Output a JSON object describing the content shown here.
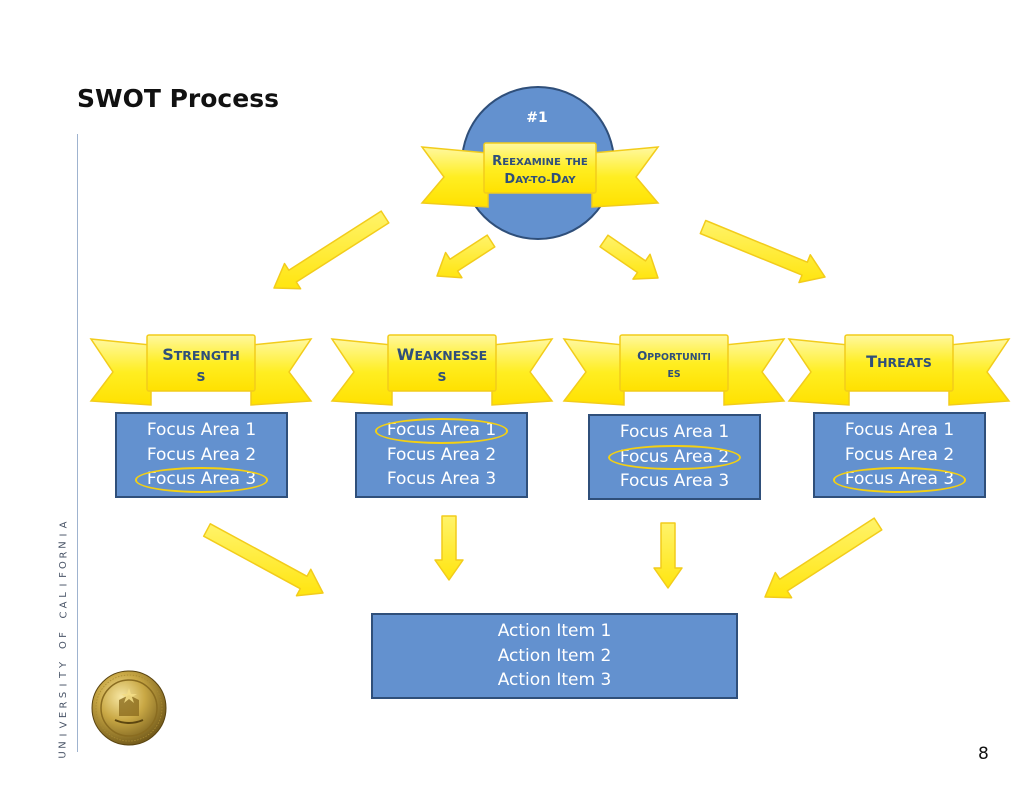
{
  "slide": {
    "title": "SWOT Process",
    "page_number": "8",
    "sidebar_text": "UNIVERSITY OF CALIFORNIA"
  },
  "colors": {
    "box_fill": "#6391cf",
    "box_border": "#2f4f7a",
    "banner_fill": "#ffee22",
    "banner_stroke": "#f2cc1b",
    "arrow_fill": "#ffee22",
    "text_dark": "#2f4f7a",
    "highlight_circle": "#f4d012"
  },
  "top_node": {
    "number": "#1",
    "label_line1": "Reexamine the",
    "label_line2": "Day-to-Day"
  },
  "banners": [
    {
      "line1": "Strength",
      "line2": "s"
    },
    {
      "line1": "Weaknesse",
      "line2": "s"
    },
    {
      "line1": "Opportuniti",
      "line2": "es"
    },
    {
      "line1": "Threats",
      "line2": ""
    }
  ],
  "focus_boxes": [
    {
      "items": [
        "Focus Area 1",
        "Focus Area 2",
        "Focus Area 3"
      ],
      "circled": 2
    },
    {
      "items": [
        "Focus Area 1",
        "Focus Area 2",
        "Focus Area 3"
      ],
      "circled": 0
    },
    {
      "items": [
        "Focus Area 1",
        "Focus Area 2",
        "Focus Area 3"
      ],
      "circled": 1
    },
    {
      "items": [
        "Focus Area 1",
        "Focus Area 2",
        "Focus Area 3"
      ],
      "circled": 2
    }
  ],
  "action_box": {
    "items": [
      "Action Item 1",
      "Action Item 2",
      "Action Item 3"
    ]
  }
}
